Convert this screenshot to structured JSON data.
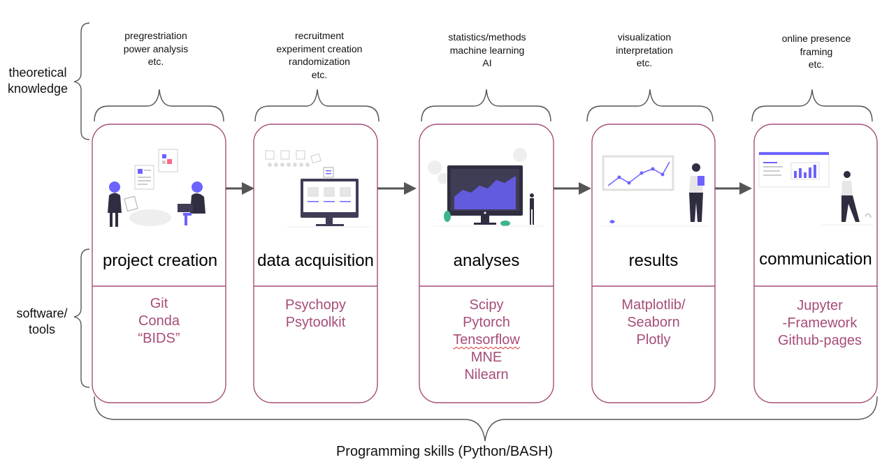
{
  "side_labels": {
    "theory": [
      "theoretical",
      "knowledge"
    ],
    "tools": [
      "software/",
      "tools"
    ]
  },
  "stages": [
    {
      "title": "project creation",
      "theory": [
        "pregrestriation",
        "power analysis",
        "etc."
      ],
      "tools": [
        "Git",
        "Conda",
        "“BIDS”"
      ]
    },
    {
      "title": "data acquisition",
      "theory": [
        "recruitment",
        "experiment creation",
        "randomization",
        "etc."
      ],
      "tools": [
        "Psychopy",
        "Psytoolkit"
      ]
    },
    {
      "title": "analyses",
      "theory": [
        "statistics/methods",
        "machine learning",
        "AI"
      ],
      "tools": [
        "Scipy",
        "Pytorch",
        "Tensorflow",
        "MNE",
        "Nilearn"
      ]
    },
    {
      "title": "results",
      "theory": [
        "visualization",
        "interpretation",
        "etc."
      ],
      "tools": [
        "Matplotlib/",
        "Seaborn",
        "Plotly"
      ]
    },
    {
      "title": "communication",
      "theory": [
        "online presence",
        "framing",
        "etc."
      ],
      "tools": [
        "Jupyter",
        "-Framework",
        "Github-pages"
      ]
    }
  ],
  "bottom_label": "Programming skills (Python/BASH)",
  "colors": {
    "box_border": "#a64d79",
    "tools_text": "#a64d79",
    "accent": "#6c63ff",
    "brace": "#555555",
    "arrow": "#555555"
  }
}
